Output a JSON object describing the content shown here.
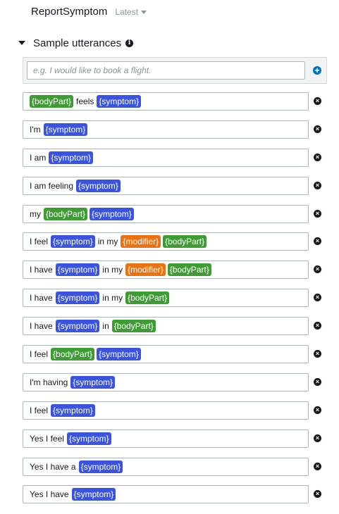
{
  "header": {
    "intent_name": "ReportSymptom",
    "version_label": "Latest"
  },
  "section": {
    "title": "Sample utterances",
    "info_glyph": "i"
  },
  "add": {
    "placeholder": "e.g. I would like to book a flight.",
    "button_glyph": "+"
  },
  "delete_glyph": "×",
  "colors": {
    "slot_bodyPart": "#3f9c35",
    "slot_symptom": "#3b54e0",
    "slot_modifier": "#ec7211",
    "add_button": "#0073bb"
  },
  "utterances": [
    [
      [
        "slot",
        "{bodyPart}",
        "green"
      ],
      [
        "text",
        "feels"
      ],
      [
        "slot",
        "{symptom}",
        "blue"
      ]
    ],
    [
      [
        "text",
        "I'm"
      ],
      [
        "slot",
        "{symptom}",
        "blue"
      ]
    ],
    [
      [
        "text",
        "I am"
      ],
      [
        "slot",
        "{symptom}",
        "blue"
      ]
    ],
    [
      [
        "text",
        "I am feeling"
      ],
      [
        "slot",
        "{symptom}",
        "blue"
      ]
    ],
    [
      [
        "text",
        "my"
      ],
      [
        "slot",
        "{bodyPart}",
        "green"
      ],
      [
        "slot",
        "{symptom}",
        "blue"
      ]
    ],
    [
      [
        "text",
        "I feel"
      ],
      [
        "slot",
        "{symptom}",
        "blue"
      ],
      [
        "text",
        "in my"
      ],
      [
        "slot",
        "{modifier}",
        "orange"
      ],
      [
        "slot",
        "{bodyPart}",
        "green"
      ]
    ],
    [
      [
        "text",
        "I have"
      ],
      [
        "slot",
        "{symptom}",
        "blue"
      ],
      [
        "text",
        "in my"
      ],
      [
        "slot",
        "{modifier}",
        "orange"
      ],
      [
        "slot",
        "{bodyPart}",
        "green"
      ]
    ],
    [
      [
        "text",
        "I have"
      ],
      [
        "slot",
        "{symptom}",
        "blue"
      ],
      [
        "text",
        "in my"
      ],
      [
        "slot",
        "{bodyPart}",
        "green"
      ]
    ],
    [
      [
        "text",
        "I have"
      ],
      [
        "slot",
        "{symptom}",
        "blue"
      ],
      [
        "text",
        "in"
      ],
      [
        "slot",
        "{bodyPart}",
        "green"
      ]
    ],
    [
      [
        "text",
        "I feel"
      ],
      [
        "slot",
        "{bodyPart}",
        "green"
      ],
      [
        "slot",
        "{symptom}",
        "blue"
      ]
    ],
    [
      [
        "text",
        "I'm having"
      ],
      [
        "slot",
        "{symptom}",
        "blue"
      ]
    ],
    [
      [
        "text",
        "I feel"
      ],
      [
        "slot",
        "{symptom}",
        "blue"
      ]
    ],
    [
      [
        "text",
        "Yes I feel"
      ],
      [
        "slot",
        "{symptom}",
        "blue"
      ]
    ],
    [
      [
        "text",
        "Yes I have a"
      ],
      [
        "slot",
        "{symptom}",
        "blue"
      ]
    ],
    [
      [
        "text",
        "Yes I have"
      ],
      [
        "slot",
        "{symptom}",
        "blue"
      ]
    ]
  ]
}
